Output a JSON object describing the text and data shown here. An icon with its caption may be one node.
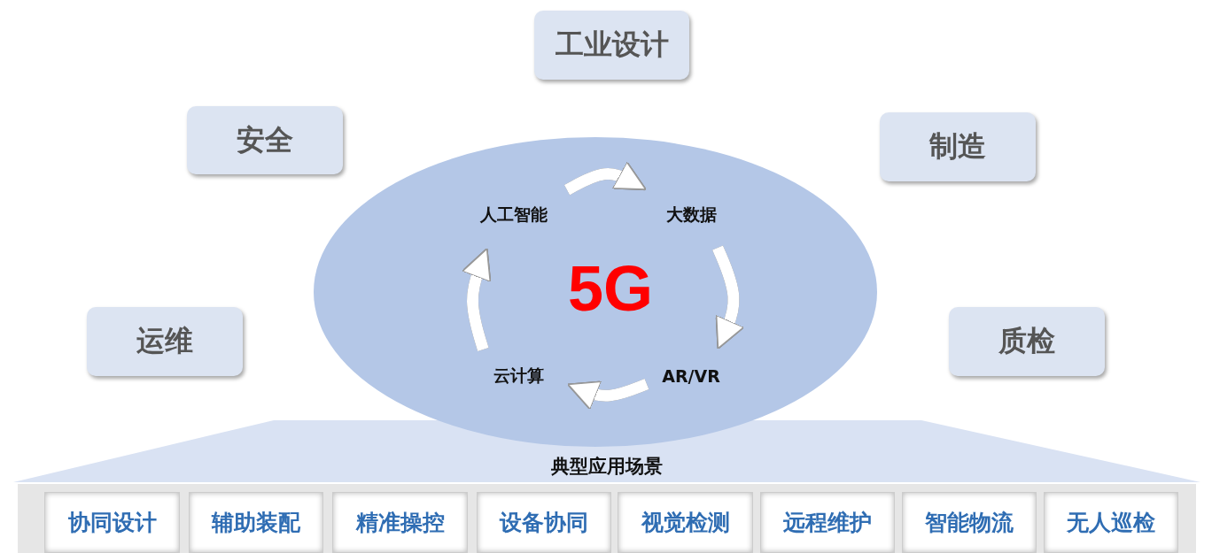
{
  "diagram": {
    "nodes": [
      {
        "text": [
          "工业设计"
        ]
      },
      {
        "text": [
          "安全"
        ]
      },
      {
        "text": [
          "制造"
        ]
      },
      {
        "text": [
          "运维"
        ]
      },
      {
        "text": [
          "质检"
        ]
      },
      {
        "text": [
          "典型应用场景"
        ]
      },
      {
        "text": [
          "5G"
        ]
      },
      {
        "text": [
          "人工智能"
        ],
        "in": 6
      },
      {
        "text": [
          "大数据"
        ],
        "in": 6
      },
      {
        "text": [
          "AR/VR"
        ],
        "in": 6
      },
      {
        "text": [
          "云计算"
        ],
        "in": 6
      },
      {
        "text": [
          "协同设计"
        ]
      },
      {
        "text": [
          "辅助装配"
        ]
      },
      {
        "text": [
          "精准操控"
        ]
      },
      {
        "text": [
          "设备协同"
        ]
      },
      {
        "text": [
          "视觉检测"
        ]
      },
      {
        "text": [
          "远程维护"
        ]
      },
      {
        "text": [
          "智能物流"
        ]
      },
      {
        "text": [
          "无人巡检"
        ]
      }
    ],
    "edges": [
      {
        "from": 7,
        "to": 8,
        "arrow": "to"
      },
      {
        "from": 8,
        "to": 9,
        "arrow": "to"
      },
      {
        "from": 9,
        "to": 10,
        "arrow": "to"
      },
      {
        "from": 10,
        "to": 7,
        "arrow": "to"
      }
    ]
  }
}
